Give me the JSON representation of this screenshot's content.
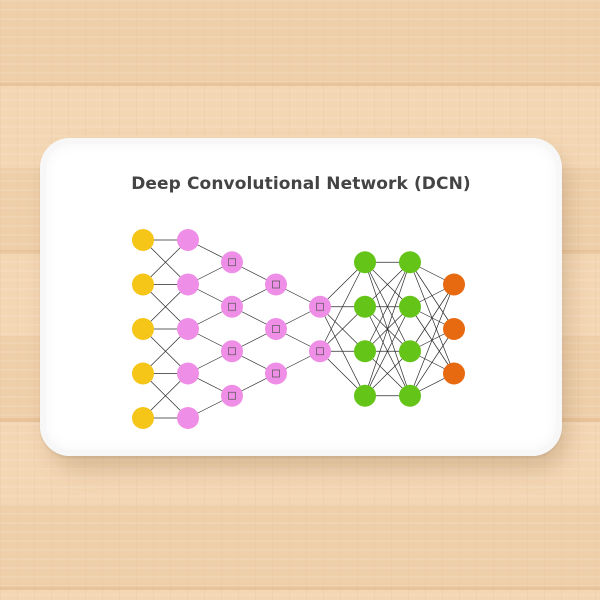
{
  "scene": {
    "object": "bath-mat",
    "title": "Deep Convolutional Network (DCN)"
  },
  "colors": {
    "input": "#f5c518",
    "conv": "#ef8ee6",
    "hidden": "#64c418",
    "output": "#e86a10",
    "edge": "#2a2a2a"
  },
  "layers": [
    {
      "role": "input",
      "nodes": 5
    },
    {
      "role": "conv",
      "nodes": 5
    },
    {
      "role": "conv",
      "nodes": 4
    },
    {
      "role": "conv",
      "nodes": 3
    },
    {
      "role": "conv",
      "nodes": 2
    },
    {
      "role": "hidden",
      "nodes": 4
    },
    {
      "role": "hidden",
      "nodes": 4
    },
    {
      "role": "output",
      "nodes": 3
    }
  ]
}
